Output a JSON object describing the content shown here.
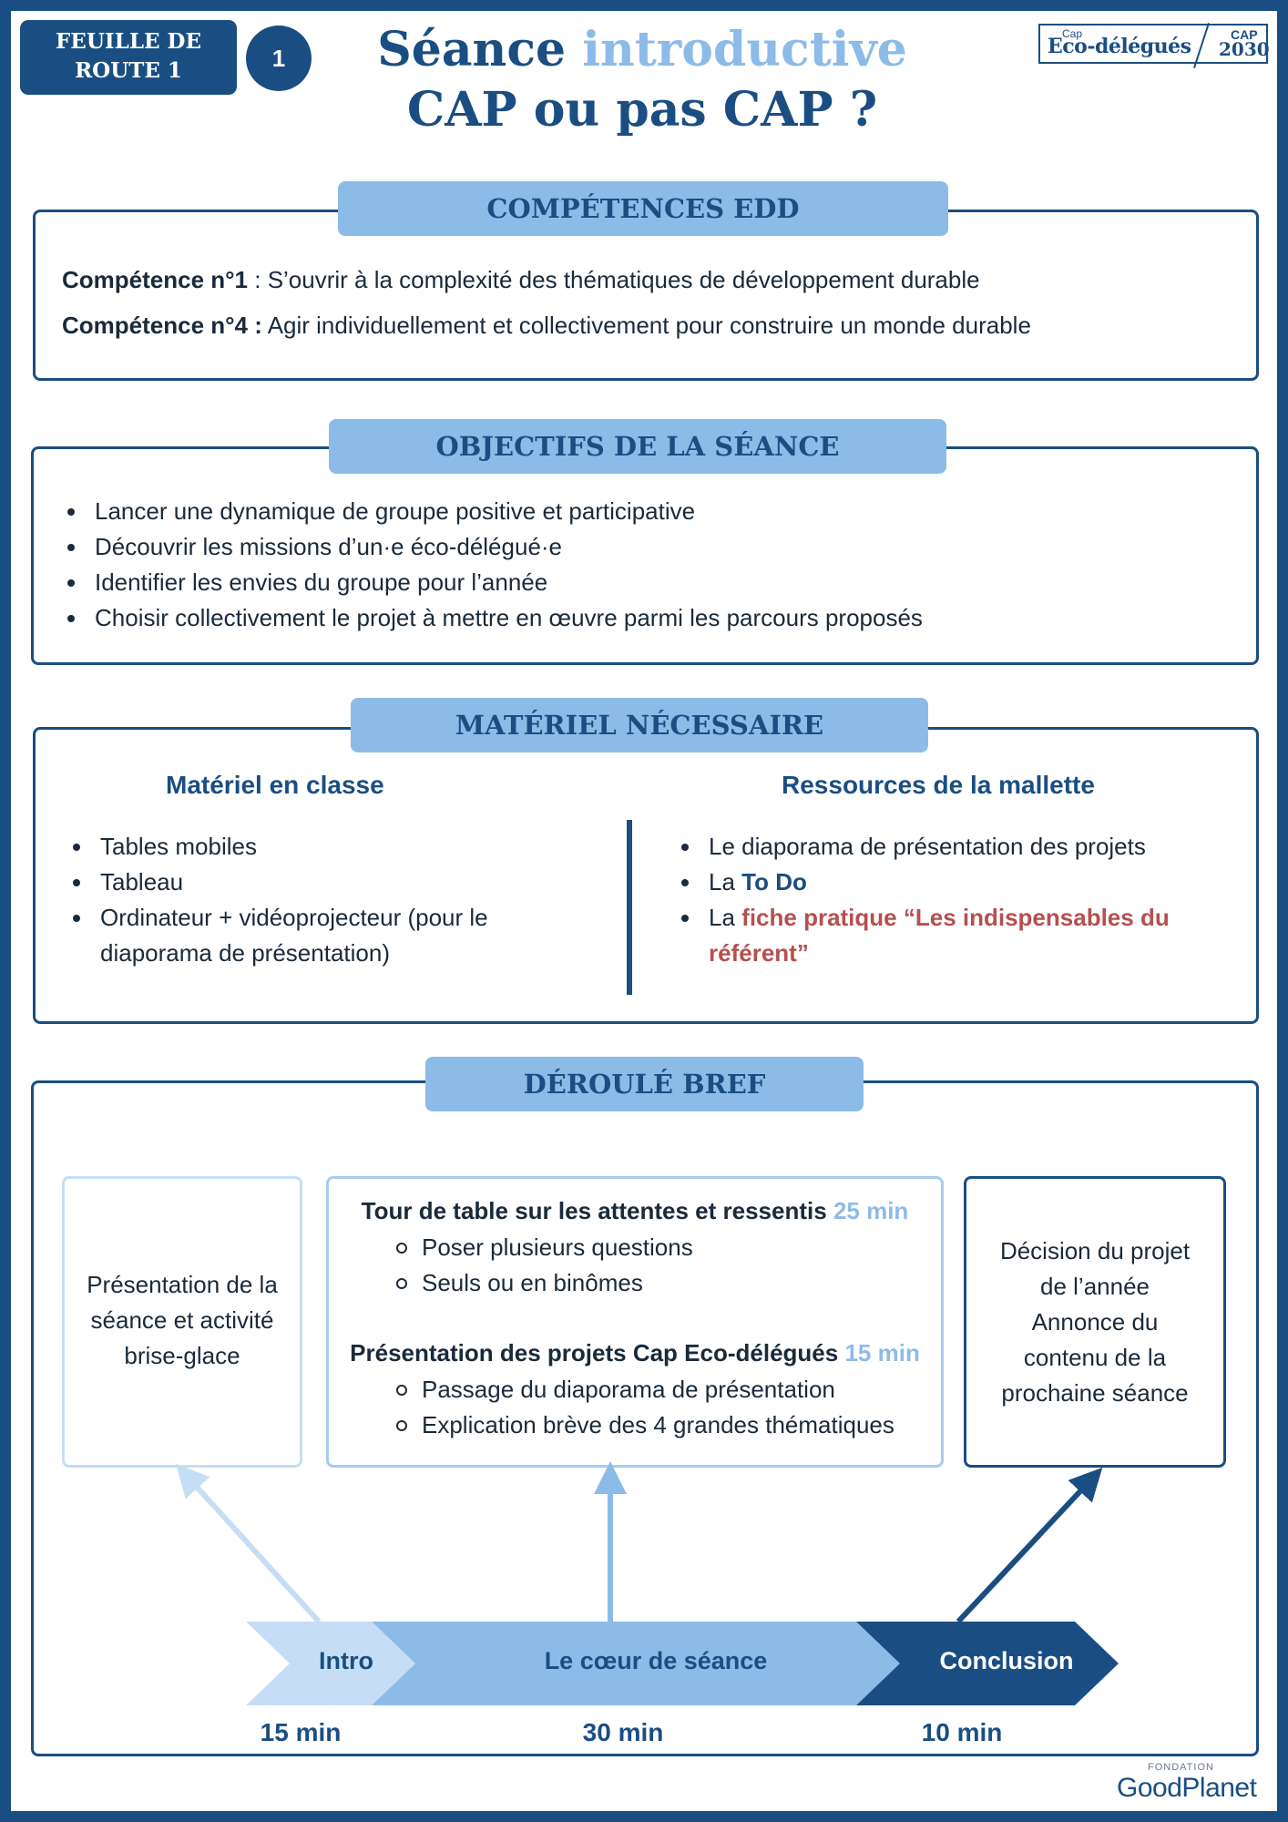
{
  "header": {
    "roadmap_line1": "FEUILLE DE",
    "roadmap_line2": "ROUTE 1",
    "roadmap_number": "1",
    "title_word1": "Séance",
    "title_word2": "introductive",
    "subtitle": "CAP ou pas CAP ?",
    "logo_cap_small": "Cap",
    "logo_eco": "Eco-délégués",
    "logo_cap": "CAP",
    "logo_year": "2030"
  },
  "competences": {
    "heading": "COMPÉTENCES EDD",
    "items": [
      {
        "label": "Compétence n°1",
        "sep": " : ",
        "text": "S’ouvrir à la complexité des  thématiques de développement durable"
      },
      {
        "label": "Compétence n°4 :",
        "sep": " ",
        "text": "Agir individuellement et collectivement pour construire un monde durable"
      }
    ]
  },
  "objectifs": {
    "heading": "OBJECTIFS DE LA SÉANCE",
    "items": [
      "Lancer une dynamique de groupe positive et participative",
      "Découvrir les missions d’un·e éco-délégué·e",
      "Identifier les envies du groupe pour l’année",
      "Choisir collectivement le projet à mettre en œuvre parmi les parcours proposés"
    ]
  },
  "materiel": {
    "heading": "MATÉRIEL NÉCESSAIRE",
    "classe_heading": "Matériel en classe",
    "classe_items": [
      "Tables mobiles",
      "Tableau",
      "Ordinateur + vidéoprojecteur (pour le",
      "diaporama de présentation)"
    ],
    "mallette_heading": "Ressources de la mallette",
    "mallette_item1": "Le diaporama de présentation des projets",
    "mallette_item2_prefix": "La",
    "mallette_item2_link": "To Do",
    "mallette_item3_prefix": "La",
    "mallette_item3_link_line1": "fiche pratique “Les indispensables du",
    "mallette_item3_link_line2": "référent”"
  },
  "deroule": {
    "heading": "DÉROULÉ BREF",
    "intro_card": [
      "Présentation de la",
      "séance et activité",
      "brise-glace"
    ],
    "coeur_block1_title": "Tour de table sur les attentes et ressentis",
    "coeur_block1_duration": "25 min",
    "coeur_block1_items": [
      "Poser plusieurs questions",
      "Seuls ou en binômes"
    ],
    "coeur_block2_title": "Présentation des projets Cap Eco-délégués",
    "coeur_block2_duration": "15 min",
    "coeur_block2_items": [
      "Passage du diaporama de présentation",
      "Explication brève des 4 grandes thématiques"
    ],
    "conclusion_card": [
      "Décision du projet",
      "de l’année",
      "Annonce du",
      "contenu de la",
      "prochaine séance"
    ],
    "phases": [
      {
        "label": "Intro",
        "duration": "15 min"
      },
      {
        "label": "Le cœur de séance",
        "duration": "30 min"
      },
      {
        "label": "Conclusion",
        "duration": "10 min"
      }
    ]
  },
  "footer": {
    "fondation": "FONDATION",
    "goodplanet": "GoodPlanet"
  },
  "colors": {
    "navy": "#1a4e82",
    "light_blue": "#8dbbe8",
    "pale_blue": "#c6def5",
    "accent_red": "#b5504e"
  }
}
